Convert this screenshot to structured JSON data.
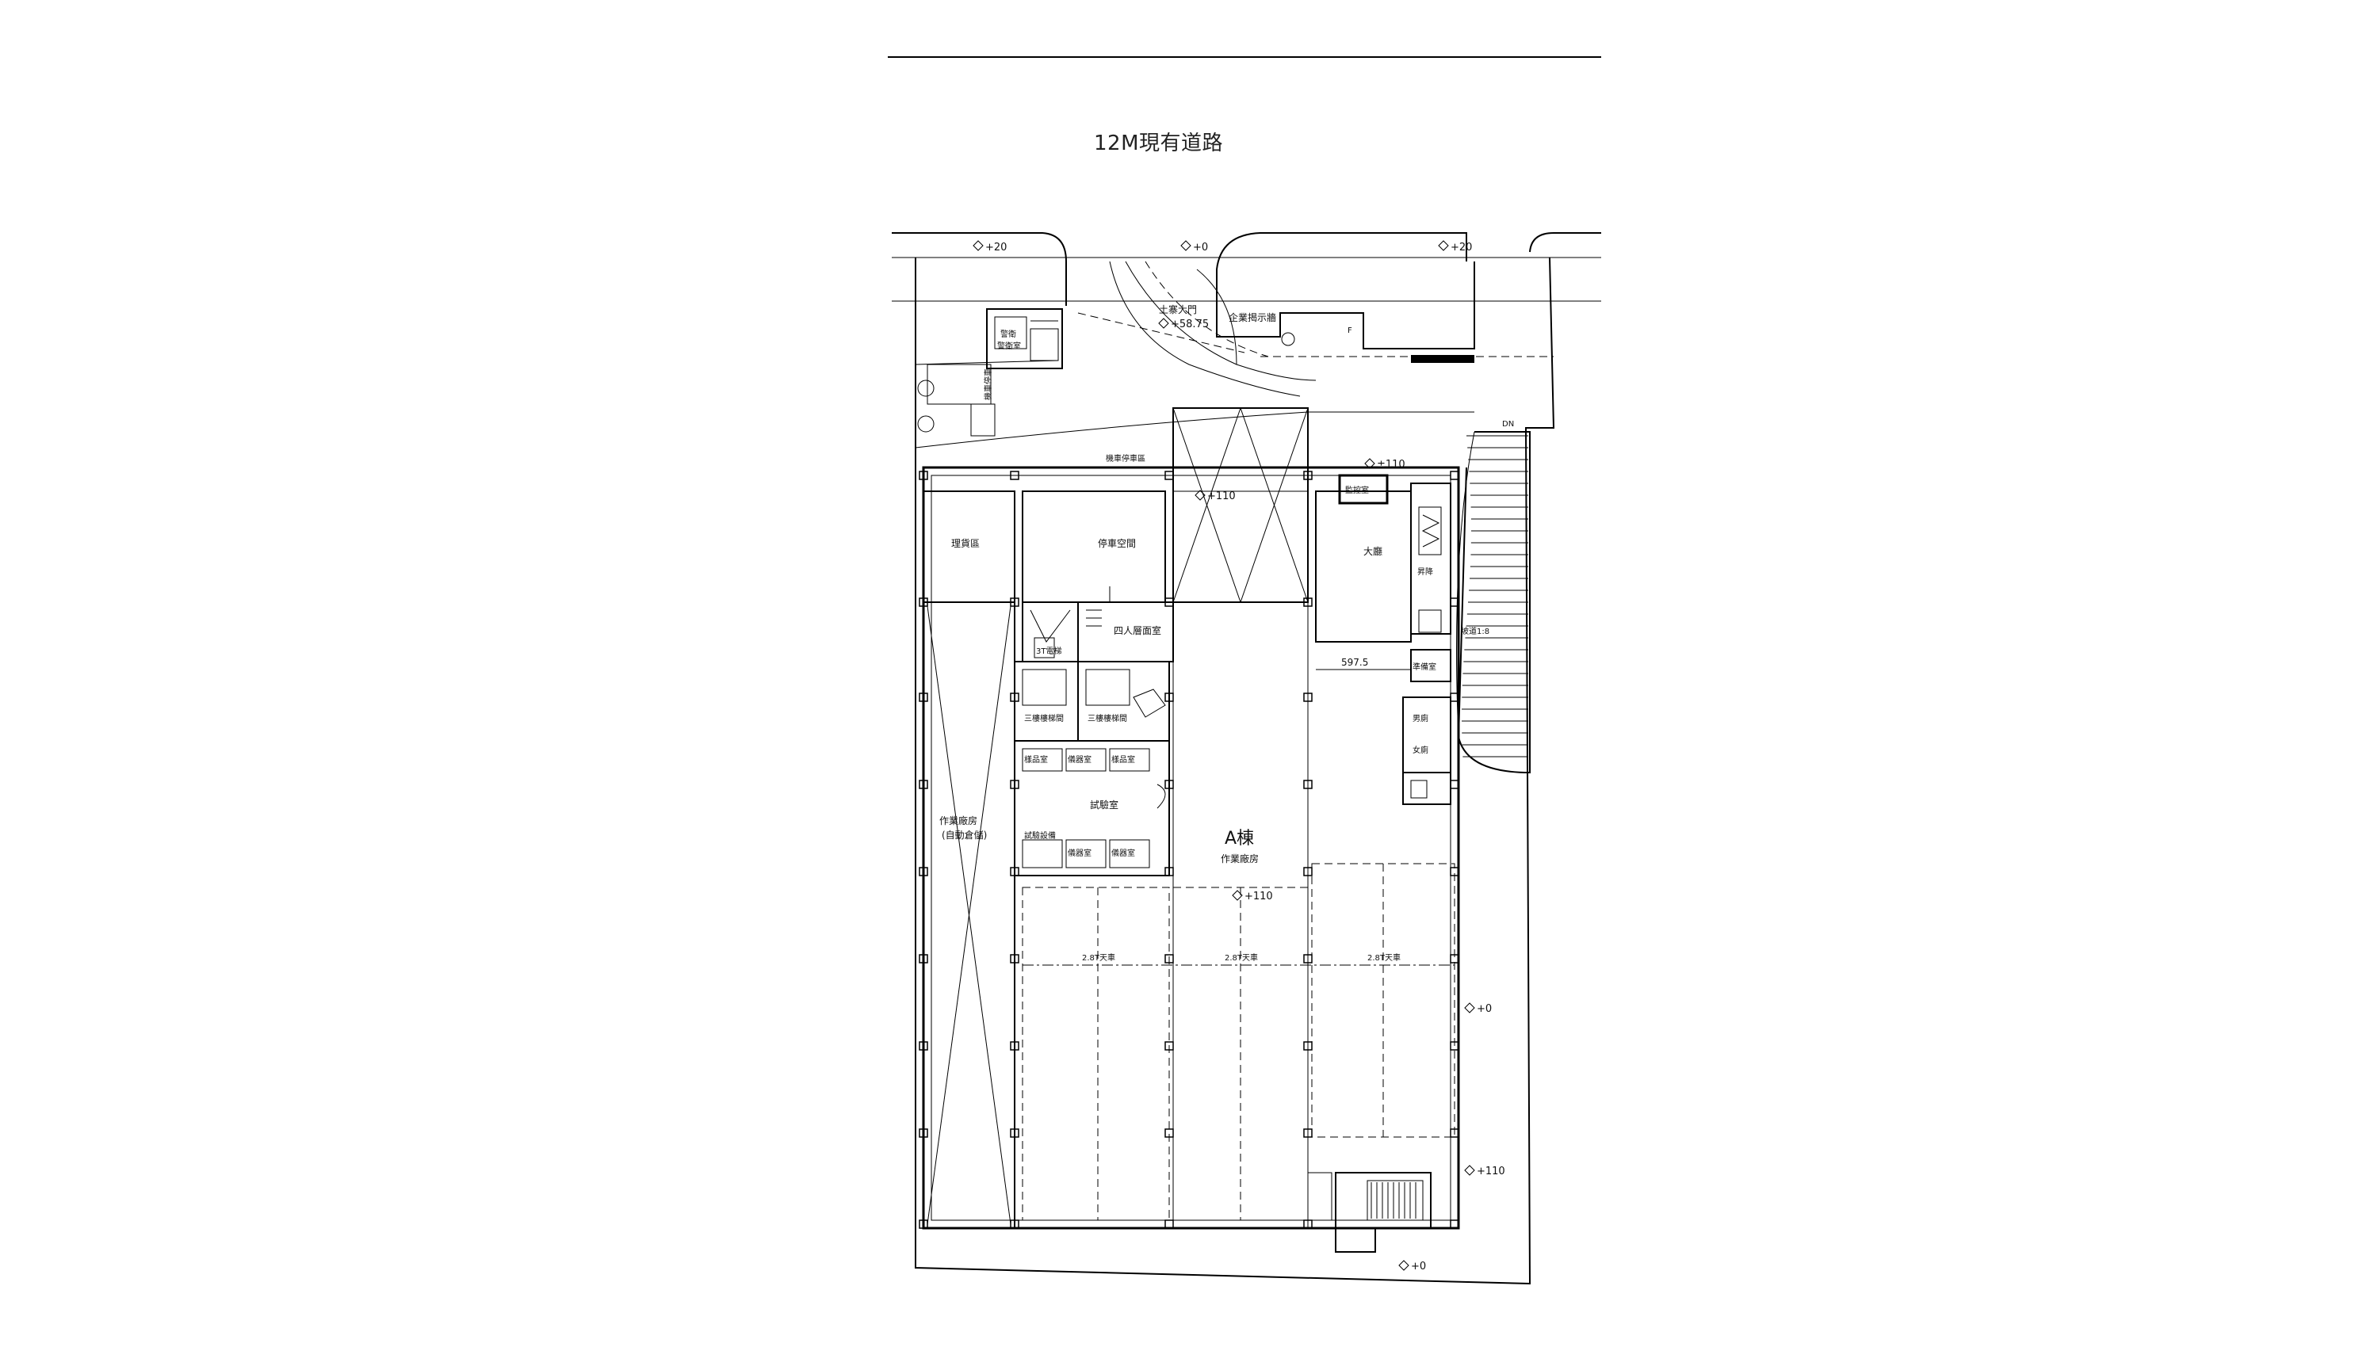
{
  "title": "12M現有道路",
  "levels": {
    "top_left": "+20",
    "top_center": "+0",
    "top_right": "+20",
    "gate": "+58.75",
    "entrance": "±110",
    "ramp_top": "+110",
    "center": "+110",
    "right_side": "+0",
    "bottom_right": "+110",
    "bottom": "+0"
  },
  "labels": {
    "gate": "土寨大門",
    "display_wall": "企業揭示牆",
    "guard_room": "警衛室",
    "control_room": "監控室",
    "storage": "理貨區",
    "parking": "停車空間",
    "lab_small": "四人層面室",
    "test_room": "試驗室",
    "building_main": "A棟",
    "building_sub": "作業廠房",
    "workshop_left": "作業廠房",
    "workshop_left_sub": "(自動倉儲)",
    "lobby": "大廳",
    "elevator": "昇降",
    "ramp": "坡道1:8",
    "dim": "597.5",
    "crane_a": "2.8T天車",
    "crane_b": "2.8T天車",
    "crane_c": "2.8T天車",
    "down": "DN",
    "room_3a": "三樓樓梯間",
    "room_3b": "三樓樓梯間",
    "sub_a": "樣品室",
    "sub_b": "儀器室",
    "sub_c": "樣品室",
    "sub_d": "儀器室",
    "sub_e": "儀器室",
    "sub_f": "試驗設備",
    "wc_m": "男廁",
    "wc_f": "女廁",
    "prep": "準備室",
    "stair_note": "3T電梯",
    "guard_note": "機車停車區"
  }
}
